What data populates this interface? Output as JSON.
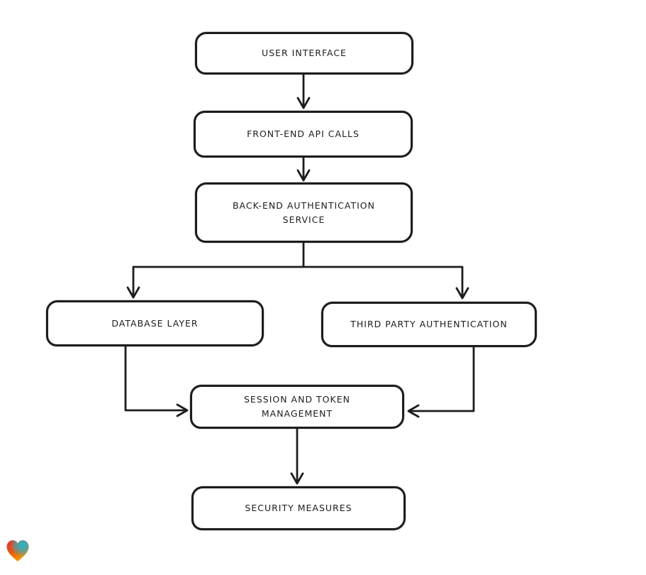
{
  "page": {
    "background_color": "#ffffff"
  },
  "diagram": {
    "type": "flowchart",
    "stroke_color": "#1d1d1d",
    "node_fill_color": "#ffffff",
    "nodes": [
      {
        "id": "user-interface",
        "label": "USER INTERFACE"
      },
      {
        "id": "front-end-api-calls",
        "label": "FRONT-END API CALLS"
      },
      {
        "id": "back-end-authentication-service",
        "label": "BACK-END AUTHENTICATION SERVICE"
      },
      {
        "id": "database-layer",
        "label": "DATABASE LAYER"
      },
      {
        "id": "third-party-authentication",
        "label": "THIRD PARTY AUTHENTICATION"
      },
      {
        "id": "session-and-token-management",
        "label": "SESSION AND TOKEN MANAGEMENT"
      },
      {
        "id": "security-measures",
        "label": "SECURITY MEASURES"
      }
    ],
    "edges": [
      {
        "from": "user-interface",
        "to": "front-end-api-calls"
      },
      {
        "from": "front-end-api-calls",
        "to": "back-end-authentication-service"
      },
      {
        "from": "back-end-authentication-service",
        "to": "database-layer"
      },
      {
        "from": "back-end-authentication-service",
        "to": "third-party-authentication"
      },
      {
        "from": "database-layer",
        "to": "session-and-token-management"
      },
      {
        "from": "third-party-authentication",
        "to": "session-and-token-management"
      },
      {
        "from": "session-and-token-management",
        "to": "security-measures"
      }
    ],
    "logo": {
      "name": "heart-logo",
      "colors": {
        "red": "#e03131",
        "teal": "#22b8cf",
        "orange": "#f59f00"
      }
    }
  }
}
